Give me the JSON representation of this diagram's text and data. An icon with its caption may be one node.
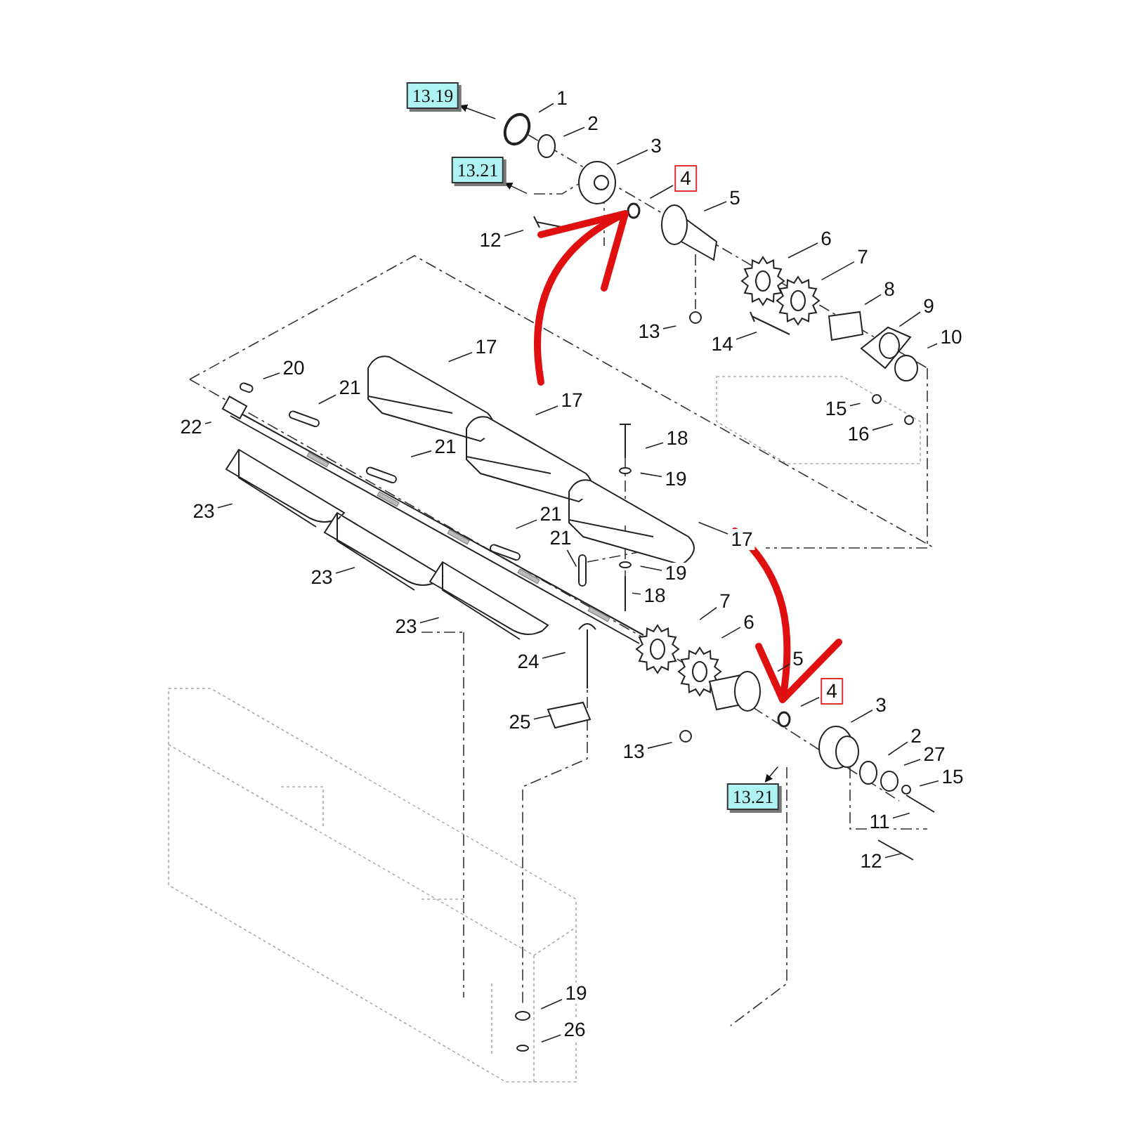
{
  "diagram": {
    "nodes": [
      {
        "text": [
          "13.19"
        ]
      },
      {
        "text": [
          "1"
        ]
      },
      {
        "text": [
          "2"
        ]
      },
      {
        "text": [
          "3"
        ]
      },
      {
        "text": [
          "13.21"
        ]
      },
      {
        "text": [
          "4"
        ]
      },
      {
        "text": [
          "5"
        ]
      },
      {
        "text": [
          "12"
        ]
      },
      {
        "text": [
          "6"
        ]
      },
      {
        "text": [
          "7"
        ]
      },
      {
        "text": [
          "8"
        ]
      },
      {
        "text": [
          "9"
        ]
      },
      {
        "text": [
          "10"
        ]
      },
      {
        "text": [
          "13"
        ]
      },
      {
        "text": [
          "14"
        ]
      },
      {
        "text": [
          "15"
        ]
      },
      {
        "text": [
          "16"
        ]
      },
      {
        "text": [
          "20"
        ]
      },
      {
        "text": [
          "21"
        ]
      },
      {
        "text": [
          "17"
        ]
      },
      {
        "text": [
          "22"
        ]
      },
      {
        "text": [
          "17"
        ]
      },
      {
        "text": [
          "21"
        ]
      },
      {
        "text": [
          "18"
        ]
      },
      {
        "text": [
          "19"
        ]
      },
      {
        "text": [
          "23"
        ]
      },
      {
        "text": [
          "21"
        ]
      },
      {
        "text": [
          "21"
        ]
      },
      {
        "text": [
          "17"
        ]
      },
      {
        "text": [
          "19"
        ]
      },
      {
        "text": [
          "18"
        ]
      },
      {
        "text": [
          "23"
        ]
      },
      {
        "text": [
          "7"
        ]
      },
      {
        "text": [
          "23"
        ]
      },
      {
        "text": [
          "6"
        ]
      },
      {
        "text": [
          "5"
        ]
      },
      {
        "text": [
          "24"
        ]
      },
      {
        "text": [
          "4"
        ]
      },
      {
        "text": [
          "3"
        ]
      },
      {
        "text": [
          "25"
        ]
      },
      {
        "text": [
          "2"
        ]
      },
      {
        "text": [
          "13"
        ]
      },
      {
        "text": [
          "27"
        ]
      },
      {
        "text": [
          "15"
        ]
      },
      {
        "text": [
          "13.21"
        ]
      },
      {
        "text": [
          "11"
        ]
      },
      {
        "text": [
          "12"
        ]
      },
      {
        "text": [
          "19"
        ]
      },
      {
        "text": [
          "26"
        ]
      }
    ],
    "edges": [
      {
        "from": null,
        "to": 0,
        "arrow": "to"
      },
      {
        "from": 1,
        "to": null,
        "arrow": "none"
      },
      {
        "from": 2,
        "to": null,
        "arrow": "none"
      },
      {
        "from": 3,
        "to": null,
        "arrow": "none"
      },
      {
        "from": null,
        "to": 4,
        "arrow": "to"
      },
      {
        "from": 5,
        "to": null,
        "arrow": "none"
      },
      {
        "from": 6,
        "to": null,
        "arrow": "none"
      },
      {
        "from": 7,
        "to": null,
        "arrow": "none"
      },
      {
        "from": 8,
        "to": null,
        "arrow": "none"
      },
      {
        "from": 9,
        "to": null,
        "arrow": "none"
      },
      {
        "from": 10,
        "to": null,
        "arrow": "none"
      },
      {
        "from": 11,
        "to": null,
        "arrow": "none"
      },
      {
        "from": 12,
        "to": null,
        "arrow": "none"
      },
      {
        "from": 13,
        "to": null,
        "arrow": "none"
      },
      {
        "from": 14,
        "to": null,
        "arrow": "none"
      },
      {
        "from": 15,
        "to": null,
        "arrow": "none"
      },
      {
        "from": 16,
        "to": null,
        "arrow": "none"
      },
      {
        "from": 17,
        "to": null,
        "arrow": "none"
      },
      {
        "from": 18,
        "to": null,
        "arrow": "none"
      },
      {
        "from": 19,
        "to": null,
        "arrow": "none"
      },
      {
        "from": 20,
        "to": null,
        "arrow": "none"
      },
      {
        "from": 21,
        "to": null,
        "arrow": "none"
      },
      {
        "from": 22,
        "to": null,
        "arrow": "none"
      },
      {
        "from": 23,
        "to": null,
        "arrow": "none"
      },
      {
        "from": 24,
        "to": null,
        "arrow": "none"
      },
      {
        "from": 25,
        "to": null,
        "arrow": "none"
      },
      {
        "from": 26,
        "to": null,
        "arrow": "none"
      },
      {
        "from": 27,
        "to": null,
        "arrow": "none"
      },
      {
        "from": 28,
        "to": null,
        "arrow": "none"
      },
      {
        "from": 29,
        "to": null,
        "arrow": "none"
      },
      {
        "from": 30,
        "to": null,
        "arrow": "none"
      },
      {
        "from": 31,
        "to": null,
        "arrow": "none"
      },
      {
        "from": 32,
        "to": null,
        "arrow": "none"
      },
      {
        "from": 33,
        "to": null,
        "arrow": "none"
      },
      {
        "from": 34,
        "to": null,
        "arrow": "none"
      },
      {
        "from": 35,
        "to": null,
        "arrow": "none"
      },
      {
        "from": 36,
        "to": null,
        "arrow": "none"
      },
      {
        "from": 37,
        "to": null,
        "arrow": "none"
      },
      {
        "from": 38,
        "to": null,
        "arrow": "none"
      },
      {
        "from": 39,
        "to": null,
        "arrow": "none"
      },
      {
        "from": 40,
        "to": null,
        "arrow": "none"
      },
      {
        "from": 41,
        "to": null,
        "arrow": "none"
      },
      {
        "from": 42,
        "to": null,
        "arrow": "none"
      },
      {
        "from": 43,
        "to": null,
        "arrow": "none"
      },
      {
        "from": null,
        "to": 44,
        "arrow": "to"
      },
      {
        "from": 45,
        "to": null,
        "arrow": "none"
      },
      {
        "from": 46,
        "to": null,
        "arrow": "none"
      },
      {
        "from": 47,
        "to": null,
        "arrow": "none"
      },
      {
        "from": 48,
        "to": null,
        "arrow": "none"
      }
    ]
  }
}
